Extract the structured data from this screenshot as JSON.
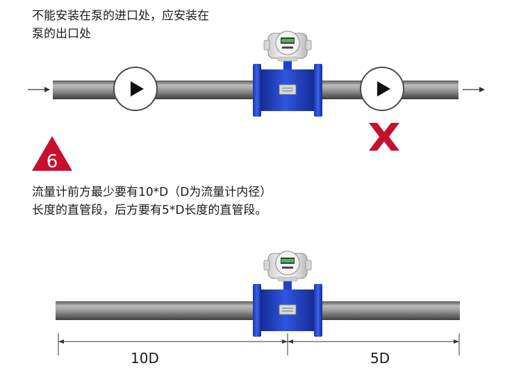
{
  "top_note": {
    "line1": "不能安装在泵的进口处，应安装在",
    "line2": "泵的出口处"
  },
  "step_badge": {
    "number": "6",
    "color": "#c8102e"
  },
  "bottom_note": {
    "line1": "流量计前方最少要有10*D（D为流量计内径）",
    "line2": "长度的直管段，后方要有5*D长度的直管段。"
  },
  "dimensions": {
    "upstream": "10D",
    "downstream": "5D"
  },
  "icons": {
    "pump_left": "pump-icon",
    "pump_right": "pump-icon",
    "wrong_mark": "red-x-icon",
    "flow_arrow_in": "arrow-right-icon",
    "flow_arrow_out": "arrow-right-icon"
  },
  "colors": {
    "flange_blue": "#1f3fbf",
    "pipe_gray": "#8a8a8a",
    "wrong_red": "#c8102e"
  }
}
